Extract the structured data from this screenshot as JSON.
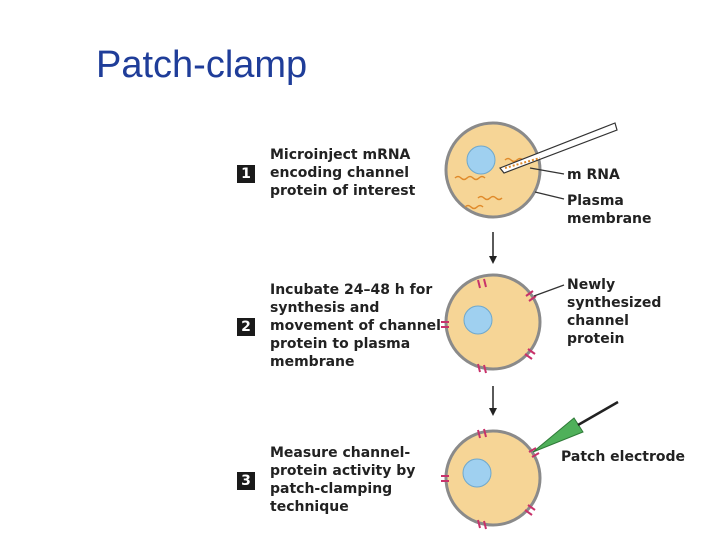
{
  "title": "Patch-clamp",
  "steps": [
    {
      "number": "1",
      "text": "Microinject mRNA\nencoding channel\nprotein of interest"
    },
    {
      "number": "2",
      "text": "Incubate 24–48 h for\nsynthesis and\nmovement of channel\nprotein to plasma\nmembrane"
    },
    {
      "number": "3",
      "text": "Measure channel-\nprotein activity by\npatch-clamping\ntechnique"
    }
  ],
  "labels": {
    "mrna": "m RNA",
    "plasma_membrane": "Plasma\nmembrane",
    "new_channel": "Newly\nsynthesized\nchannel\nprotein",
    "patch_electrode": "Patch electrode"
  },
  "colors": {
    "title": "#1f3d99",
    "cell_fill": "#f6d596",
    "cell_stroke": "#8a8a8a",
    "nucleus": "#9fd0f0",
    "mrna": "#e08a2a",
    "channel": "#c8326a",
    "electrode": "#4fb05a"
  }
}
